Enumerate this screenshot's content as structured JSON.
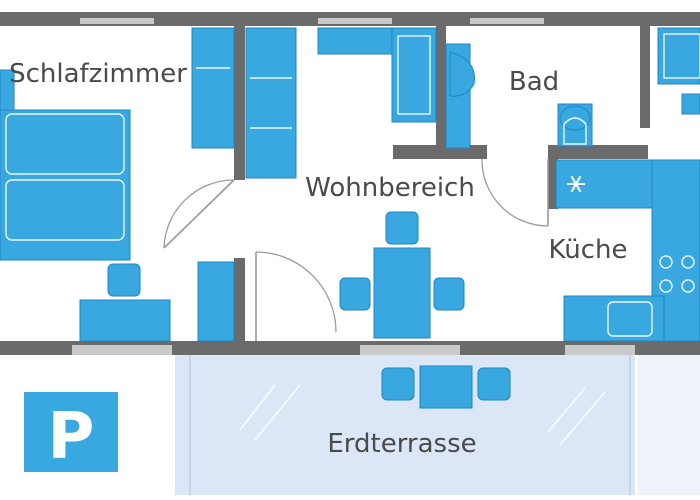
{
  "rooms": {
    "schlafzimmer": "Schlafzimmer",
    "wohnbereich": "Wohnbereich",
    "bad": "Bad",
    "kueche": "Küche",
    "erdterrasse": "Erdterrasse"
  },
  "parking": {
    "letter": "P"
  },
  "icons": {
    "fridge": "snowflake-icon"
  },
  "colors": {
    "furniture": "#3aa8e0",
    "wall": "#6b6b6b",
    "terrace": "#dbe7f6",
    "label": "#4a4a4a"
  }
}
